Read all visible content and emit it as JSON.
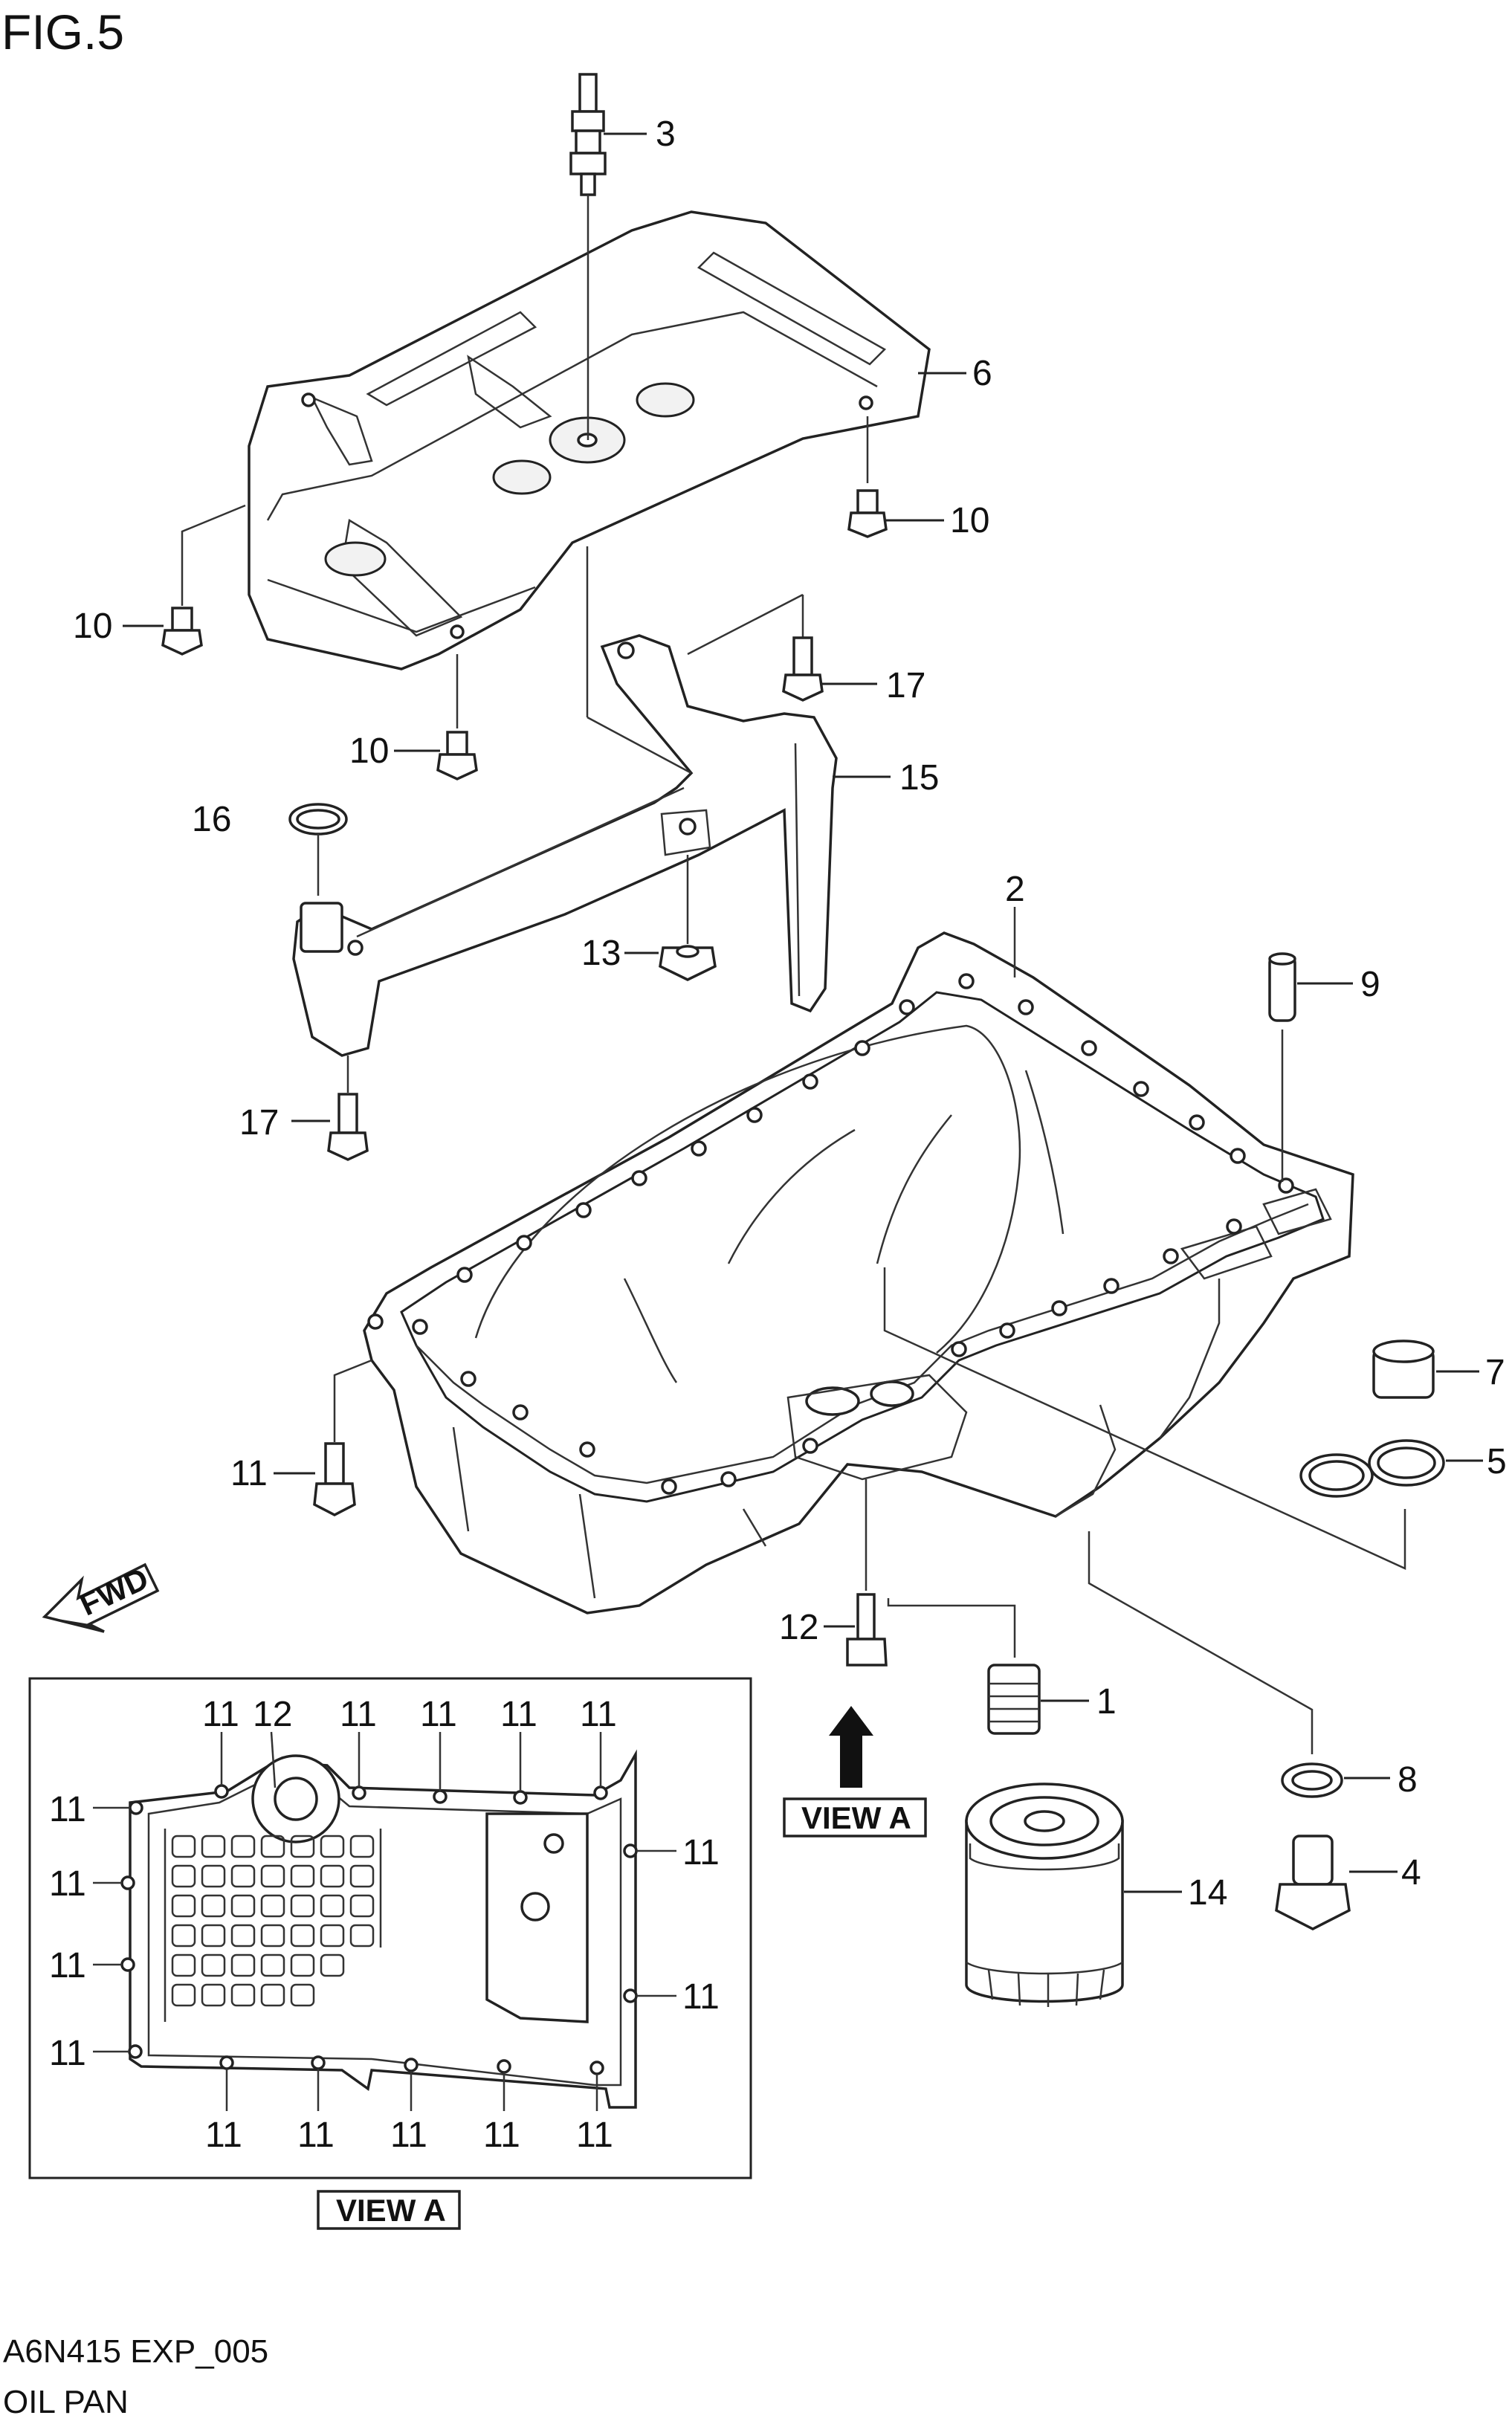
{
  "figure": {
    "title": "FIG.5",
    "code": "A6N415 EXP_005",
    "name": "OIL PAN"
  },
  "fwd_label": "FWD",
  "view_a_label": "VIEW A",
  "callouts": {
    "c1": "1",
    "c2": "2",
    "c3": "3",
    "c4": "4",
    "c5": "5",
    "c6": "6",
    "c7": "7",
    "c8": "8",
    "c9": "9",
    "c10a": "10",
    "c10b": "10",
    "c10c": "10",
    "c11": "11",
    "c12": "12",
    "c13": "13",
    "c14": "14",
    "c15": "15",
    "c16": "16",
    "c17a": "17",
    "c17b": "17"
  },
  "view_a_callouts": {
    "top": [
      "11",
      "12",
      "11",
      "11",
      "11",
      "11"
    ],
    "left": [
      "11",
      "11",
      "11",
      "11"
    ],
    "right": [
      "11",
      "11"
    ],
    "bottom": [
      "11",
      "11",
      "11",
      "11",
      "11"
    ]
  }
}
